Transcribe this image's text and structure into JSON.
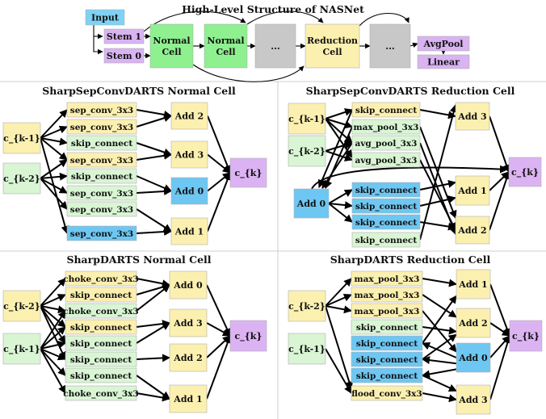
{
  "colors": {
    "input_blue": "#7fd2f4",
    "purple": "#d9b3f2",
    "normal_green": "#8ff08f",
    "reduction_yellow": "#fcf0b0",
    "gray": "#c8c8c8",
    "op_green": "#d9f5d4",
    "op_yellow": "#fcf0b0",
    "op_blue": "#6ec7f2",
    "add_yellow": "#fcf0b0",
    "add_blue": "#6ec7f2",
    "ck_purple": "#dcb3f2"
  },
  "top": {
    "title": "High-Level Structure of NASNet",
    "input": "Input",
    "stem1": "Stem 1",
    "stem0": "Stem 0",
    "normal_cell_a_l1": "Normal",
    "normal_cell_a_l2": "Cell",
    "normal_cell_b_l1": "Normal",
    "normal_cell_b_l2": "Cell",
    "ellipsis_a": "...",
    "reduction_l1": "Reduction",
    "reduction_l2": "Cell",
    "ellipsis_b": "...",
    "avgpool": "AvgPool",
    "linear": "Linear"
  },
  "ssc_normal": {
    "title": "SharpSepConvDARTS Normal Cell",
    "in_a": "c_{k-1}",
    "in_b": "c_{k-2}",
    "ops": [
      "sep_conv_3x3",
      "sep_conv_3x3",
      "skip_connect",
      "sep_conv_3x3",
      "skip_connect",
      "sep_conv_3x3",
      "sep_conv_3x3",
      "sep_conv_3x3"
    ],
    "adds": [
      "Add 2",
      "Add 3",
      "Add 0",
      "Add 1"
    ],
    "out": "c_{k}"
  },
  "ssc_reduction": {
    "title": "SharpSepConvDARTS Reduction Cell",
    "in_a": "c_{k-1}",
    "in_b": "c_{k-2}",
    "ops": [
      "skip_connect",
      "max_pool_3x3",
      "avg_pool_3x3",
      "avg_pool_3x3",
      "skip_connect",
      "skip_connect",
      "skip_connect",
      "skip_connect"
    ],
    "adds": [
      "Add 3",
      "Add 0",
      "Add 1",
      "Add 2"
    ],
    "out": "c_{k}"
  },
  "sd_normal": {
    "title": "SharpDARTS Normal Cell",
    "in_a": "c_{k-2}",
    "in_b": "c_{k-1}",
    "ops": [
      "choke_conv_3x3",
      "skip_connect",
      "choke_conv_3x3",
      "skip_connect",
      "skip_connect",
      "skip_connect",
      "skip_connect",
      "choke_conv_3x3"
    ],
    "adds": [
      "Add 0",
      "Add 3",
      "Add 2",
      "Add 1"
    ],
    "out": "c_{k}"
  },
  "sd_reduction": {
    "title": "SharpDARTS Reduction Cell",
    "in_a": "c_{k-2}",
    "in_b": "c_{k-1}",
    "ops": [
      "max_pool_3x3",
      "max_pool_3x3",
      "max_pool_3x3",
      "skip_connect",
      "skip_connect",
      "skip_connect",
      "skip_connect",
      "flood_conv_3x3"
    ],
    "adds": [
      "Add 1",
      "Add 2",
      "Add 0",
      "Add 3"
    ],
    "out": "c_{k}"
  }
}
